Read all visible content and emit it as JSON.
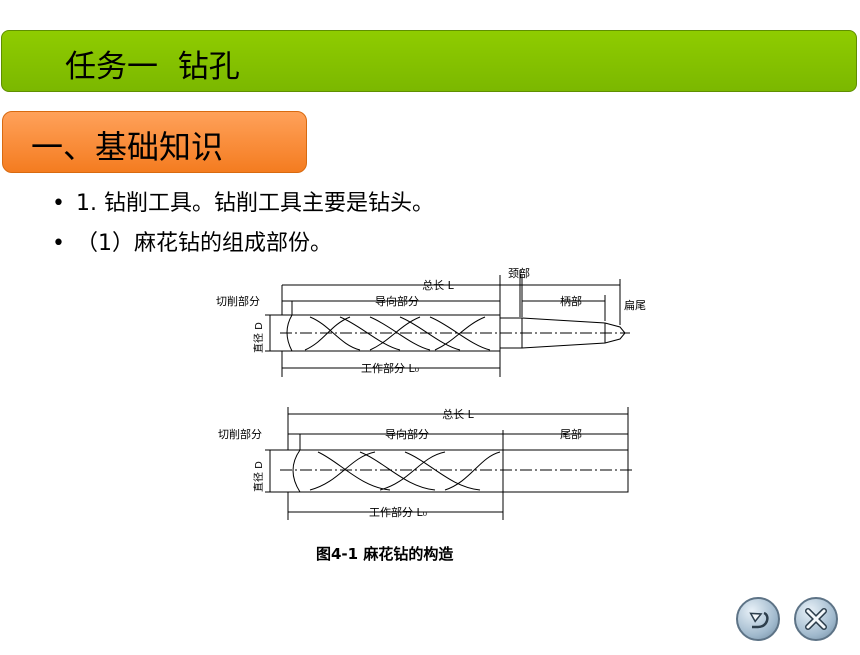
{
  "header": {
    "title": "任务一  钻孔"
  },
  "section": {
    "title": "一、基础知识"
  },
  "bullets": [
    "1. 钻削工具。钻削工具主要是钻头。",
    "（1）麻花钻的组成部份。"
  ],
  "diagram1": {
    "total_length": "总长 L",
    "neck": "颈部",
    "cutting_part": "切削部分",
    "guide_part": "导向部分",
    "shank": "柄部",
    "tang": "扁尾",
    "diameter": "直径 D",
    "working_part": "工作部分 L₀"
  },
  "diagram2": {
    "total_length": "总长 L",
    "cutting_part": "切削部分",
    "guide_part": "导向部分",
    "tail": "尾部",
    "diameter": "直径 D",
    "working_part": "工作部分 L₀"
  },
  "caption": "图4-1  麻花钻的构造",
  "nav": {
    "back_icon": "return-arrow-icon",
    "close_icon": "close-x-icon"
  }
}
